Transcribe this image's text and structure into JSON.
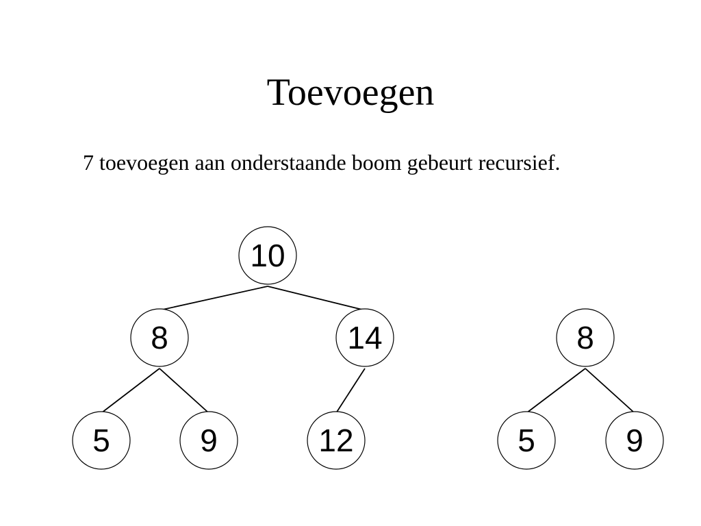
{
  "slide": {
    "title": "Toevoegen",
    "body": "7 toevoegen aan onderstaande boom gebeurt recursief."
  },
  "trees": [
    {
      "id": "main-tree",
      "nodes": [
        {
          "id": "n10",
          "value": "10"
        },
        {
          "id": "n8",
          "value": "8"
        },
        {
          "id": "n14",
          "value": "14"
        },
        {
          "id": "n5",
          "value": "5"
        },
        {
          "id": "n9",
          "value": "9"
        },
        {
          "id": "n12",
          "value": "12"
        }
      ],
      "edges": [
        [
          "n10",
          "n8"
        ],
        [
          "n10",
          "n14"
        ],
        [
          "n8",
          "n5"
        ],
        [
          "n8",
          "n9"
        ],
        [
          "n14",
          "n12"
        ]
      ]
    },
    {
      "id": "subtree",
      "nodes": [
        {
          "id": "s8",
          "value": "8"
        },
        {
          "id": "s5",
          "value": "5"
        },
        {
          "id": "s9",
          "value": "9"
        }
      ],
      "edges": [
        [
          "s8",
          "s5"
        ],
        [
          "s8",
          "s9"
        ]
      ]
    }
  ],
  "colors": {
    "background": "#ffffff",
    "text": "#000000",
    "node_fill": "#ffffff",
    "node_stroke": "#000000",
    "edge": "#000000"
  }
}
